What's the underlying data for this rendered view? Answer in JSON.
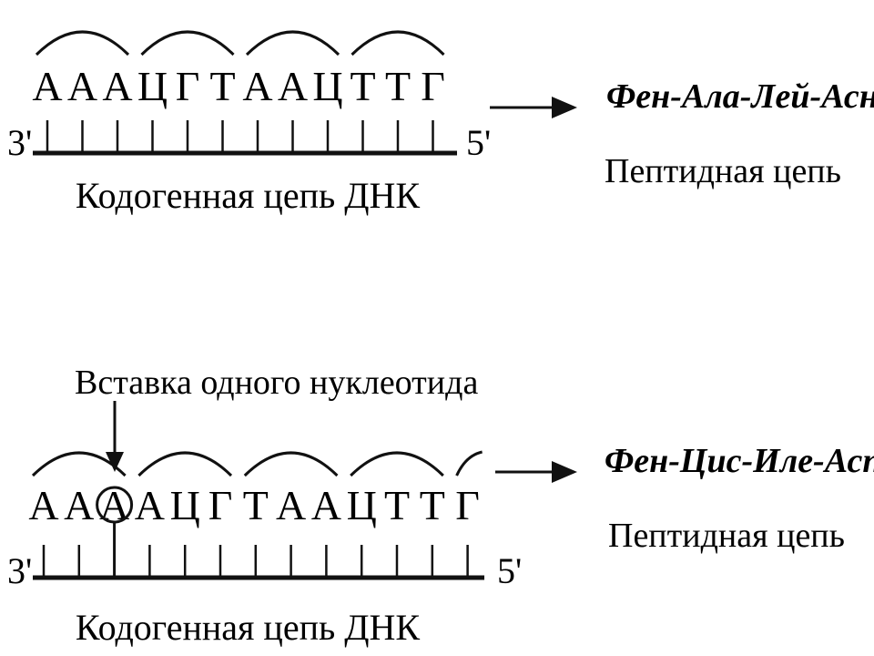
{
  "normal": {
    "bases": [
      "А",
      "А",
      "А",
      "Ц",
      "Г",
      "Т",
      "А",
      "А",
      "Ц",
      "Т",
      "Т",
      "Г"
    ],
    "end_left": "3'",
    "end_right": "5'",
    "strand_label": "Кодогенная цепь ДНК",
    "peptide": "Фен-Ала-Лей-Асн",
    "peptide_caption": "Пептидная цепь"
  },
  "mutant": {
    "annotation": "Вставка одного нуклеотида",
    "bases": [
      "А",
      "А",
      "А",
      "А",
      "Ц",
      "Г",
      "Т",
      "А",
      "А",
      "Ц",
      "Т",
      "Т",
      "Г"
    ],
    "inserted_index": 2,
    "end_left": "3'",
    "end_right": "5'",
    "strand_label": "Кодогенная цепь ДНК",
    "peptide": "Фен-Цис-Иле-Асп",
    "peptide_caption": "Пептидная цепь"
  }
}
